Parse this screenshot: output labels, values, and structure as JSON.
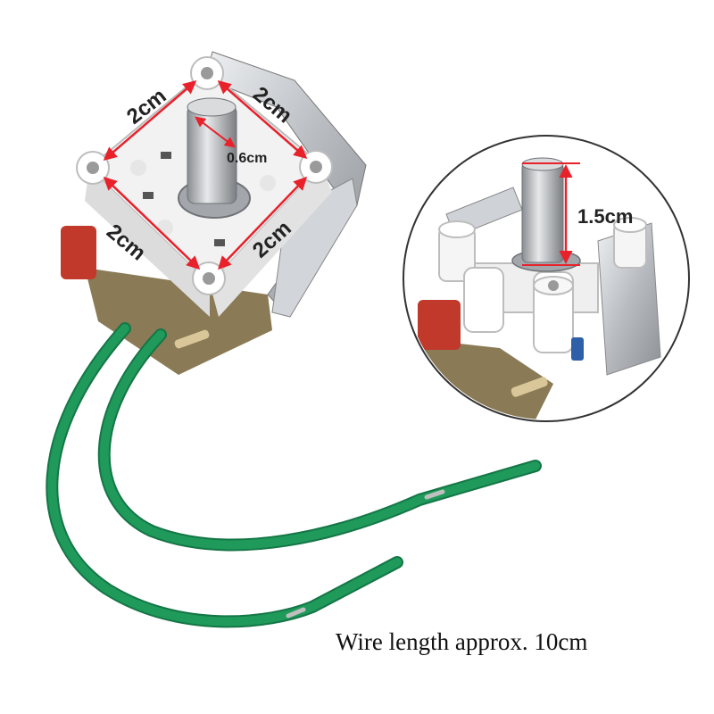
{
  "product": {
    "dimensions": {
      "top_left_edge": "2cm",
      "top_right_edge": "2cm",
      "bottom_left_edge": "2cm",
      "bottom_right_edge": "2cm",
      "shaft_diameter": "0.6cm",
      "shaft_height": "1.5cm"
    },
    "caption": "Wire length approx. 10cm"
  },
  "colors": {
    "dimension_line": "#e8212b",
    "wire": "#1f9a5a",
    "wire_dark": "#147646",
    "plastic": "#f2f2f2",
    "metal": "#c9ccd0",
    "pcb": "#8a7a55",
    "capacitor": "#c0392b"
  }
}
